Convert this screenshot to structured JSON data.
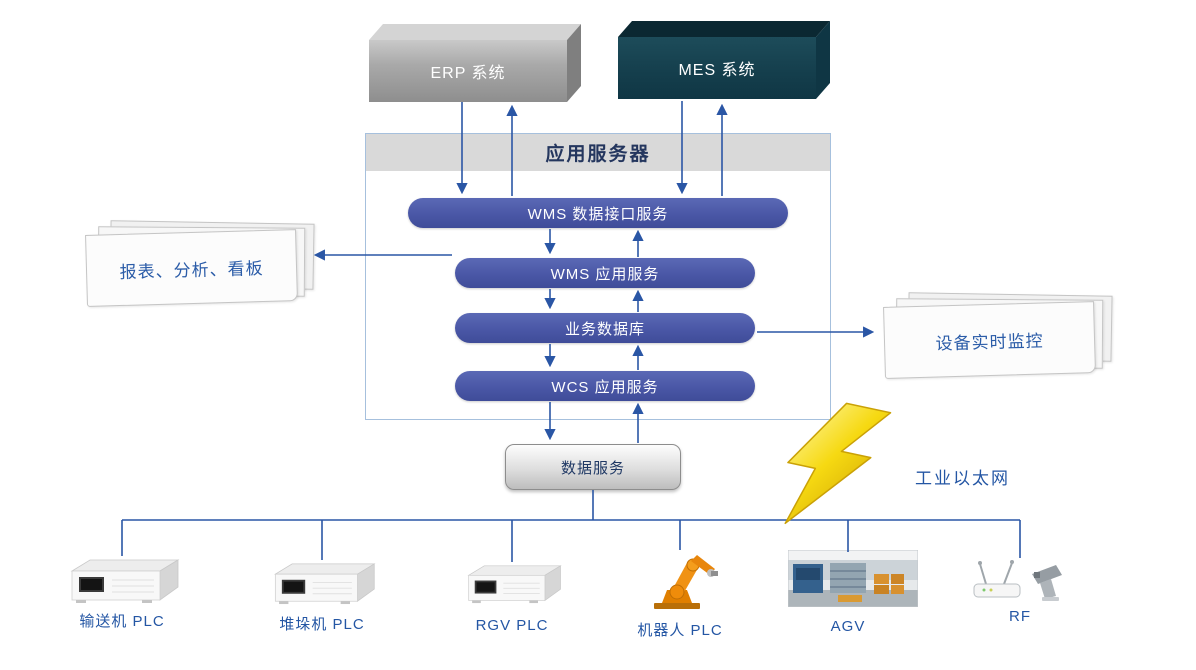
{
  "diagram": {
    "top_systems": [
      {
        "label": "ERP 系统"
      },
      {
        "label": "MES 系统"
      }
    ],
    "app_server": {
      "title": "应用服务器",
      "layers": [
        {
          "label": "WMS 数据接口服务"
        },
        {
          "label": "WMS 应用服务"
        },
        {
          "label": "业务数据库"
        },
        {
          "label": "WCS 应用服务"
        }
      ]
    },
    "side_notes": {
      "left": {
        "label": "报表、分析、看板"
      },
      "right": {
        "label": "设备实时监控"
      }
    },
    "data_service": {
      "label": "数据服务"
    },
    "network_label": "工业以太网",
    "devices": [
      {
        "label": "输送机 PLC",
        "icon": "plc-module"
      },
      {
        "label": "堆垛机 PLC",
        "icon": "plc-module"
      },
      {
        "label": "RGV PLC",
        "icon": "plc-module"
      },
      {
        "label": "机器人 PLC",
        "icon": "robot-arm"
      },
      {
        "label": "AGV",
        "icon": "warehouse-photo"
      },
      {
        "label": "RF",
        "icon": "rf-terminal"
      }
    ],
    "colors": {
      "layer_pill": "#4a57a6",
      "connector": "#2a56a5",
      "erp_box": "#a9a9a9",
      "mes_box": "#153f4d",
      "server_header_bg": "#d9d9d9",
      "label_text": "#2456a4",
      "lightning": "#f6d912"
    }
  }
}
